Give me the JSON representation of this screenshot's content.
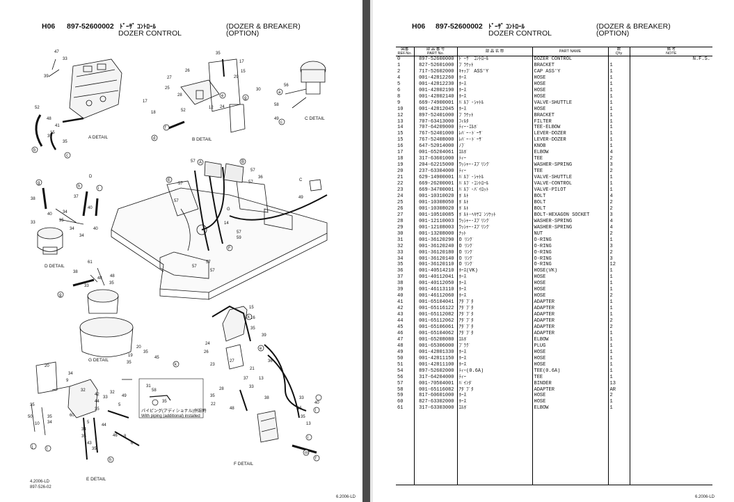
{
  "left": {
    "code": "H06",
    "part_no": "897-52600002",
    "jp_title": "ﾄﾞｰｻﾞ ｺﾝﾄﾛｰﾙ",
    "en_title": "DOZER CONTROL",
    "option_title": "(DOZER & BREAKER)",
    "option_sub": "(OPTION)",
    "footer_line1": "4.2006-LD",
    "footer_line2": "897-526-02"
  },
  "right": {
    "code": "H06",
    "part_no": "897-52600002",
    "jp_title": "ﾄﾞｰｻﾞ ｺﾝﾄﾛｰﾙ",
    "en_title": "DOZER CONTROL",
    "option_title": "(DOZER & BREAKER)",
    "option_sub": "(OPTION)",
    "footer": "6.2006-LD"
  },
  "footer_left": "6.2006-LD",
  "diagram_labels": {
    "a_detail": "A DETAIL",
    "b_detail": "B DETAIL",
    "c_detail": "C DETAIL",
    "d_detail": "D DETAIL",
    "e_detail": "E DETAIL",
    "f_detail": "F DETAIL",
    "g_detail": "G DETAIL",
    "piping_jp": "パイピング(アディショナル)併設時",
    "piping_en": "With piping (additional) installed"
  },
  "table": {
    "headers": {
      "ref": "REF.No.",
      "part": "PART No.",
      "name_jp": "部 品 名 称",
      "name_en": "PART NAME",
      "qty": "Q'ty",
      "note": "NOTE",
      "note_jp": "備 考",
      "ref_jp": "図番",
      "part_jp": "部 品 番 号",
      "qty_jp": "数"
    },
    "rows": [
      [
        "0",
        "897-52600000",
        "ﾄﾞｰｻﾞ ｺﾝﾄﾛｰﾙ",
        "DOZER CONTROL",
        "",
        "N.F.S."
      ],
      [
        "1",
        "827-52601000",
        "ﾌﾞﾗｹｯﾄ",
        "BRACKET",
        "1",
        ""
      ],
      [
        "2",
        "717-52602000",
        "ｷｬｯﾌﾟ ASS'Y",
        "CAP ASS'Y",
        "1",
        ""
      ],
      [
        "4",
        "001-42812260",
        "ﾎｰｽ",
        "HOSE",
        "1",
        ""
      ],
      [
        "5",
        "001-42812230",
        "ﾎｰｽ",
        "HOSE",
        "1",
        ""
      ],
      [
        "6",
        "001-42802190",
        "ﾎｰｽ",
        "HOSE",
        "1",
        ""
      ],
      [
        "8",
        "001-42802140",
        "ﾎｰｽ",
        "HOSE",
        "1",
        ""
      ],
      [
        "9",
        "669-74900001",
        "ﾊﾞﾙﾌﾞ-ｼｬﾄﾙ",
        "VALVE-SHUTTLE",
        "1",
        ""
      ],
      [
        "10",
        "001-42812045",
        "ﾎｰｽ",
        "HOSE",
        "1",
        ""
      ],
      [
        "12",
        "897-52401000",
        "ﾌﾞﾗｹｯﾄ",
        "BRACKET",
        "1",
        ""
      ],
      [
        "13",
        "707-63413000",
        "ﾌｨﾙﾀ",
        "FILTER",
        "1",
        ""
      ],
      [
        "14",
        "707-64209000",
        "ﾃｨｰ-ｴﾙﾎﾞ",
        "TEE-ELBOW",
        "1",
        ""
      ],
      [
        "15",
        "767-52401000",
        "ﾚﾊﾞｰ-ﾄﾞｰｻﾞ",
        "LEVER-DOZER",
        "1",
        ""
      ],
      [
        "15",
        "767-52408000",
        "ﾚﾊﾞｰ-ﾄﾞｰｻﾞ",
        "LEVER-DOZER",
        "1",
        ""
      ],
      [
        "16",
        "647-52014000",
        "ﾉﾌﾞ",
        "KNOB",
        "1",
        ""
      ],
      [
        "17",
        "001-65204061",
        "ｴﾙﾎﾞ",
        "ELBOW",
        "4",
        ""
      ],
      [
        "18",
        "317-63601000",
        "ﾃｨｰ",
        "TEE",
        "2",
        ""
      ],
      [
        "19",
        "204-62215000",
        "ﾜｯｼｬｰ-ｽﾌﾟﾘﾝｸﾞ",
        "WASHER-SPRING",
        "3",
        ""
      ],
      [
        "20",
        "237-63304000",
        "ﾃｨｰ",
        "TEE",
        "2",
        ""
      ],
      [
        "21",
        "629-14900001",
        "ﾊﾞﾙﾌﾞ-ｼｬﾄﾙ",
        "VALVE-SHUTTLE",
        "1",
        ""
      ],
      [
        "22",
        "669-26200001",
        "ﾊﾞﾙﾌﾞ-ｺﾝﾄﾛｰﾙ",
        "VALVE-CONTROL",
        "1",
        ""
      ],
      [
        "23",
        "669-34700001",
        "ﾊﾞﾙﾌﾞ-ﾊﾟｲﾛｯﾄ",
        "VALVE-PILOT",
        "1",
        ""
      ],
      [
        "24",
        "001-10310020",
        "ﾎﾞﾙﾄ",
        "BOLT",
        "4",
        ""
      ],
      [
        "25",
        "001-10308050",
        "ﾎﾞﾙﾄ",
        "BOLT",
        "2",
        ""
      ],
      [
        "26",
        "001-10308020",
        "ﾎﾞﾙﾄ",
        "BOLT",
        "2",
        ""
      ],
      [
        "27",
        "001-10510085",
        "ﾎﾞﾙﾄ-ﾍｷｻｺﾞﾝｿｹｯﾄ",
        "BOLT-HEXAGON SOCKET",
        "3",
        ""
      ],
      [
        "28",
        "001-12110003",
        "ﾜｯｼｬｰ-ｽﾌﾟﾘﾝｸﾞ",
        "WASHER-SPRING",
        "4",
        ""
      ],
      [
        "29",
        "001-12108003",
        "ﾜｯｼｬｰ-ｽﾌﾟﾘﾝｸﾞ",
        "WASHER-SPRING",
        "4",
        ""
      ],
      [
        "30",
        "001-13208000",
        "ﾅｯﾄ",
        "NUT",
        "2",
        ""
      ],
      [
        "31",
        "001-36120290",
        "O ﾘﾝｸﾞ",
        "O-RING",
        "1",
        ""
      ],
      [
        "32",
        "001-36120240",
        "O ﾘﾝｸﾞ",
        "O-RING",
        "3",
        ""
      ],
      [
        "33",
        "001-36120180",
        "O ﾘﾝｸﾞ",
        "O-RING",
        "2",
        ""
      ],
      [
        "34",
        "001-36120140",
        "O ﾘﾝｸﾞ",
        "O-RING",
        "3",
        ""
      ],
      [
        "35",
        "001-36120110",
        "O ﾘﾝｸﾞ",
        "O-RING",
        "12",
        ""
      ],
      [
        "36",
        "001-40514210",
        "ﾎｰｽ(VK)",
        "HOSE(VK)",
        "1",
        ""
      ],
      [
        "37",
        "001-40112041",
        "ﾎｰｽ",
        "HOSE",
        "1",
        ""
      ],
      [
        "38",
        "001-40112050",
        "ﾎｰｽ",
        "HOSE",
        "1",
        ""
      ],
      [
        "39",
        "001-46113110",
        "ﾎｰｽ",
        "HOSE",
        "1",
        ""
      ],
      [
        "40",
        "001-46112060",
        "ﾎｰｽ",
        "HOSE",
        "2",
        ""
      ],
      [
        "41",
        "001-65104041",
        "ｱﾀﾞﾌﾟﾀ",
        "ADAPTER",
        "1",
        ""
      ],
      [
        "42",
        "001-65116122",
        "ｱﾀﾞﾌﾟﾀ",
        "ADAPTER",
        "1",
        ""
      ],
      [
        "43",
        "001-65112082",
        "ｱﾀﾞﾌﾟﾀ",
        "ADAPTER",
        "1",
        ""
      ],
      [
        "44",
        "001-65112062",
        "ｱﾀﾞﾌﾟﾀ",
        "ADAPTER",
        "2",
        ""
      ],
      [
        "45",
        "001-65106061",
        "ｱﾀﾞﾌﾟﾀ",
        "ADAPTER",
        "2",
        ""
      ],
      [
        "46",
        "001-65104062",
        "ｱﾀﾞﾌﾟﾀ",
        "ADAPTER",
        "1",
        ""
      ],
      [
        "47",
        "001-65208080",
        "ｴﾙﾎﾞ",
        "ELBOW",
        "1",
        ""
      ],
      [
        "48",
        "001-65306000",
        "ﾌﾟﾗｸﾞ",
        "PLUG",
        "1",
        ""
      ],
      [
        "49",
        "001-42801330",
        "ﾎｰｽ",
        "HOSE",
        "1",
        ""
      ],
      [
        "50",
        "001-42811150",
        "ﾎｰｽ",
        "HOSE",
        "1",
        ""
      ],
      [
        "51",
        "001-42811100",
        "ﾎｰｽ",
        "HOSE",
        "1",
        ""
      ],
      [
        "54",
        "897-52602000",
        "ﾃｨｰ(0.6A)",
        "TEE(0.6A)",
        "1",
        ""
      ],
      [
        "56",
        "317-64204000",
        "ﾃｨｰ",
        "TEE",
        "1",
        ""
      ],
      [
        "57",
        "001-70504001",
        "ﾊﾞｲﾝﾀﾞ",
        "BINDER",
        "13",
        ""
      ],
      [
        "58",
        "001-65116082",
        "ｱﾀﾞﾌﾟﾀ",
        "ADAPTER",
        "AR",
        ""
      ],
      [
        "59",
        "817-60601000",
        "ﾎｰｽ",
        "HOSE",
        "2",
        ""
      ],
      [
        "60",
        "827-63302000",
        "ﾎｰｽ",
        "HOSE",
        "1",
        ""
      ],
      [
        "61",
        "317-63303000",
        "ｴﾙﾎﾞ",
        "ELBOW",
        "1",
        ""
      ]
    ]
  }
}
